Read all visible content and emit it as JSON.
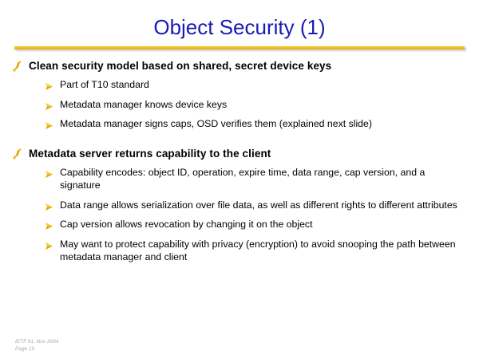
{
  "slide": {
    "title": "Object Security (1)",
    "accent_color": "#f0b323",
    "title_color": "#1a1ab4",
    "body_color": "#000000",
    "footer_color": "#aaaaaa",
    "background": "#ffffff",
    "sections": [
      {
        "heading": "Clean security model based on shared, secret device keys",
        "bullets": [
          "Part of T10 standard",
          "Metadata manager knows device keys",
          "Metadata manager signs caps, OSD verifies them (explained next slide)"
        ]
      },
      {
        "heading": "Metadata server returns capability to the client",
        "bullets": [
          "Capability encodes: object ID, operation, expire time, data range, cap version, and a signature",
          "Data range allows serialization over file data, as well as different rights to different attributes",
          "Cap version allows revocation by changing it on the object",
          "May want to protect capability with privacy (encryption) to avoid snooping the path between metadata manager and client"
        ]
      }
    ],
    "footer": {
      "line1": "IETF 61, Nov 2004",
      "line2": "Page 15"
    }
  }
}
